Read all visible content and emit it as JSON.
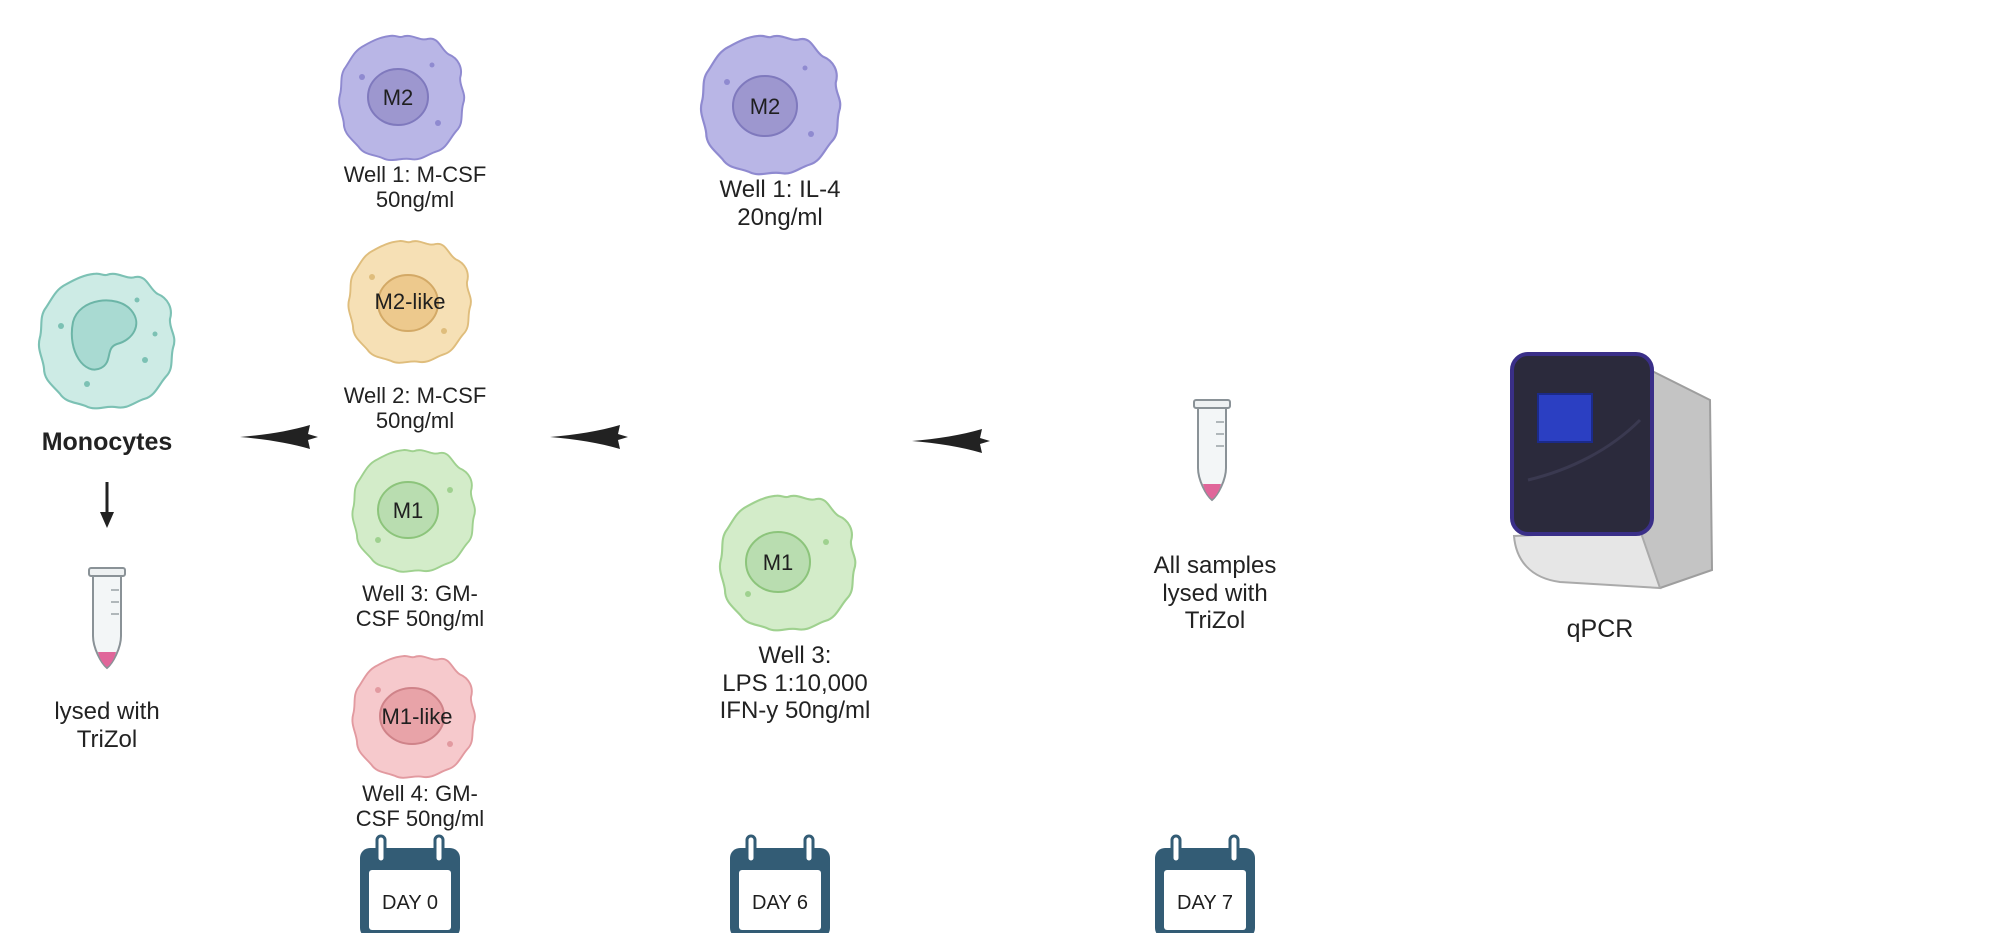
{
  "monocyte": {
    "title": "Monocytes",
    "lysed": [
      "lysed with",
      "TriZol"
    ]
  },
  "day0": {
    "calendar": "DAY 0",
    "wells": [
      {
        "cell": "M2",
        "label": [
          "Well 1: M-CSF",
          "50ng/ml"
        ]
      },
      {
        "cell": "M2-like",
        "label": [
          "Well 2: M-CSF",
          "50ng/ml"
        ]
      },
      {
        "cell": "M1",
        "label": [
          "Well 3: GM-",
          "CSF 50ng/ml"
        ]
      },
      {
        "cell": "M1-like",
        "label": [
          "Well 4: GM-",
          "CSF 50ng/ml"
        ]
      }
    ]
  },
  "day6": {
    "calendar": "DAY 6",
    "wells": [
      {
        "cell": "M2",
        "label": [
          "Well 1: IL-4",
          "20ng/ml"
        ]
      },
      {
        "cell": "M1",
        "label": [
          "Well 3:",
          "LPS 1:10,000",
          "IFN-y 50ng/ml"
        ]
      }
    ]
  },
  "day7": {
    "calendar": "DAY 7",
    "label": [
      "All samples",
      "lysed with",
      "TriZol"
    ]
  },
  "qpcr": {
    "label": "qPCR"
  },
  "colors": {
    "m2_body": "#b9b6e6",
    "m2_nucleus": "#9d97cf",
    "m2like_body": "#f6e0b5",
    "m2like_nucleus": "#edc98d",
    "m1_body": "#d3ecc9",
    "m1_nucleus": "#b9ddb0",
    "m1like_body": "#f6c9cc",
    "m1like_nucleus": "#e8a3a8",
    "monocyte_body": "#cdebe5",
    "monocyte_nucleus": "#a9dad2",
    "calendar": "#335c75",
    "arrow": "#222222",
    "tube_liquid": "#e0669a"
  }
}
